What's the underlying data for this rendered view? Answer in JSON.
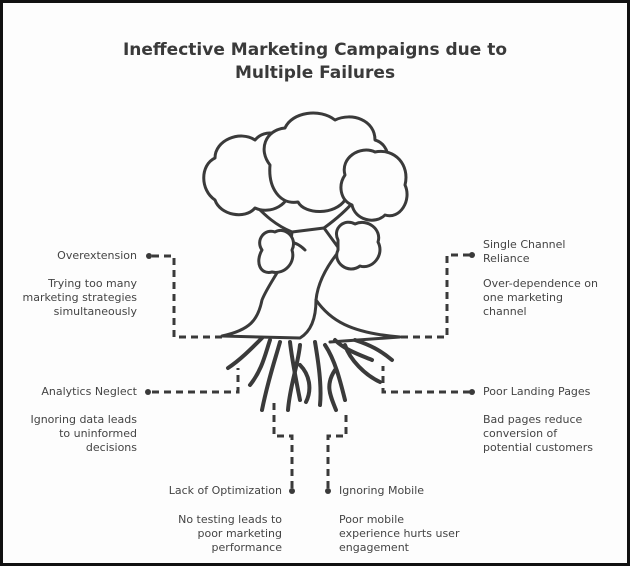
{
  "title": {
    "line1": "Ineffective Marketing Campaigns due to",
    "line2": "Multiple Failures"
  },
  "items": {
    "overextension": {
      "label": "Overextension",
      "desc": [
        "Trying too many",
        "marketing strategies",
        "simultaneously"
      ]
    },
    "analytics": {
      "label": "Analytics Neglect",
      "desc": [
        "Ignoring data leads",
        "to uninformed",
        "decisions"
      ]
    },
    "optimization": {
      "label": "Lack of Optimization",
      "desc": [
        "No testing leads to",
        "poor marketing",
        "performance"
      ]
    },
    "single_channel": {
      "label": [
        "Single Channel",
        "Reliance"
      ],
      "desc": [
        "Over-dependence on",
        "one marketing",
        "channel"
      ]
    },
    "landing": {
      "label": "Poor Landing Pages",
      "desc": [
        "Bad pages reduce",
        "conversion of",
        "potential customers"
      ]
    },
    "mobile": {
      "label": "Ignoring Mobile",
      "desc": [
        "Poor mobile",
        "experience hurts user",
        "engagement"
      ]
    }
  },
  "colors": {
    "ink": "#3a3a3a",
    "text": "#444444",
    "frame": "#111111"
  }
}
